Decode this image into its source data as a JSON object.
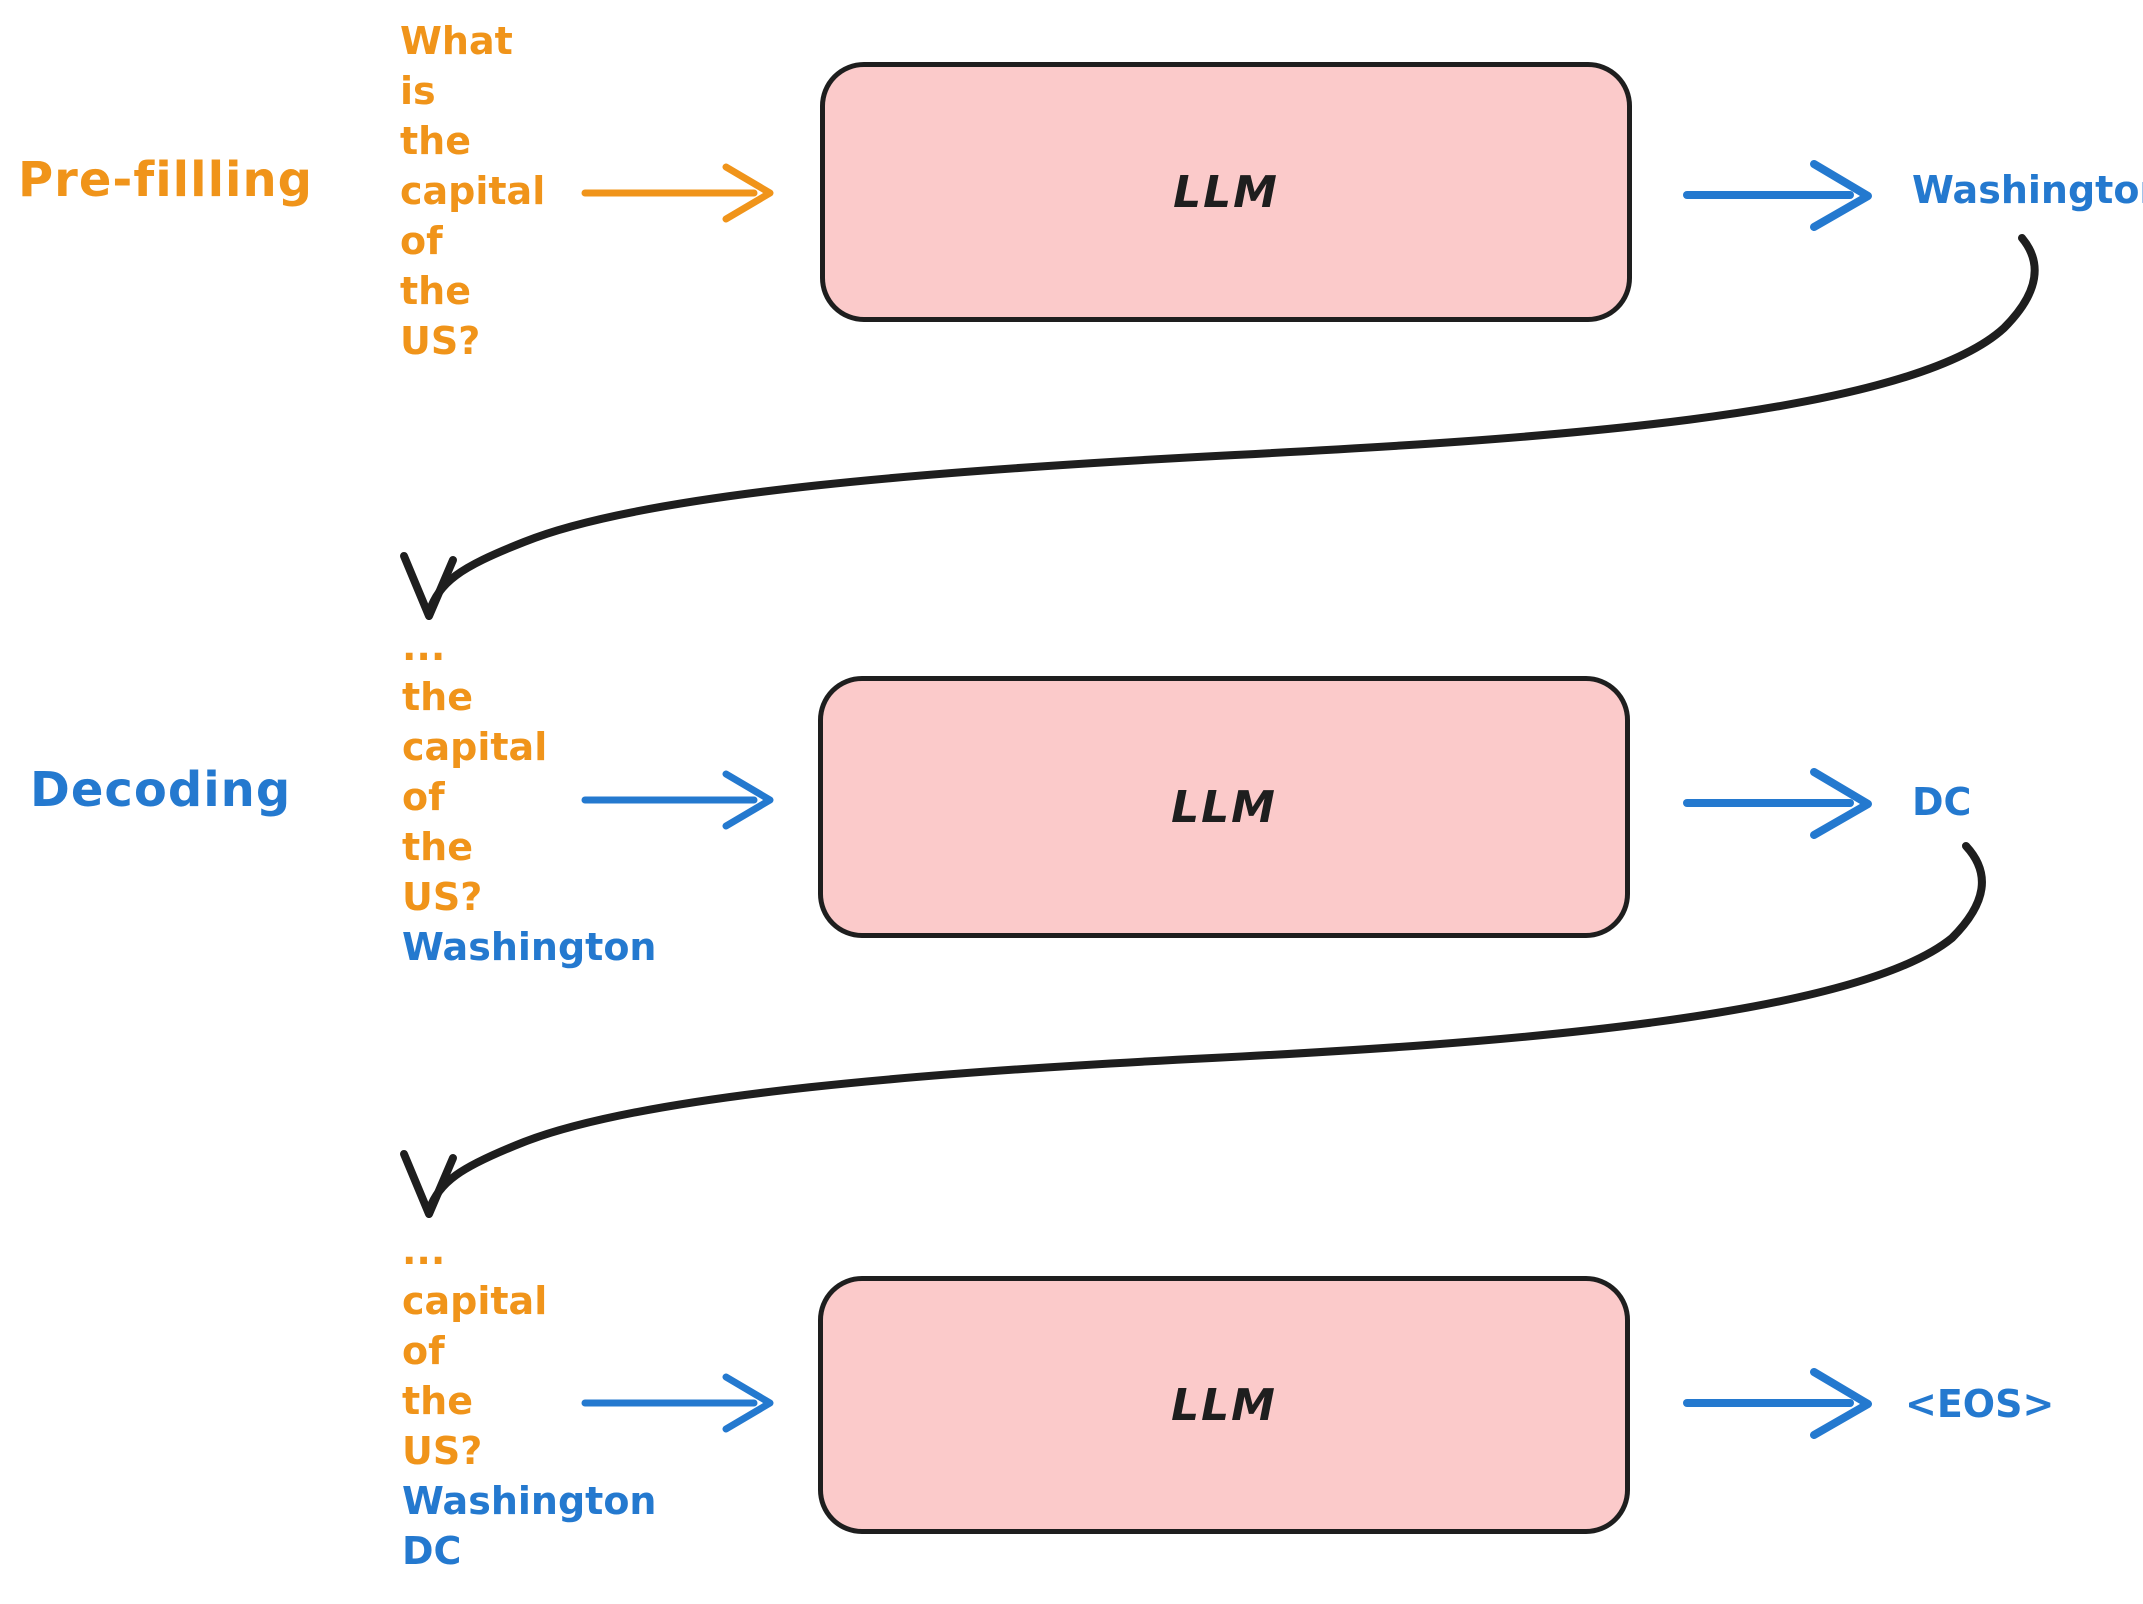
{
  "colors": {
    "orange": "#f0941a",
    "blue": "#2479cf",
    "black": "#1e1e1e",
    "box_fill": "#fbcaca",
    "box_stroke": "#1e1e1e",
    "background": "#ffffff"
  },
  "stages": [
    {
      "label": "Pre-fillling",
      "input_lines": [
        "What",
        "is",
        "the",
        "capital",
        "of",
        "the",
        "US?"
      ],
      "box_label": "LLM",
      "output": "Washington"
    },
    {
      "label": "Decoding",
      "input_lines": [
        "...",
        "the",
        "capital",
        "of",
        "the",
        "US?",
        "Washington"
      ],
      "box_label": "LLM",
      "output": "DC"
    },
    {
      "label": "",
      "input_lines": [
        "...",
        "capital",
        "of",
        "the",
        "US?",
        "Washington",
        "DC"
      ],
      "box_label": "LLM",
      "output": "<EOS>"
    }
  ]
}
